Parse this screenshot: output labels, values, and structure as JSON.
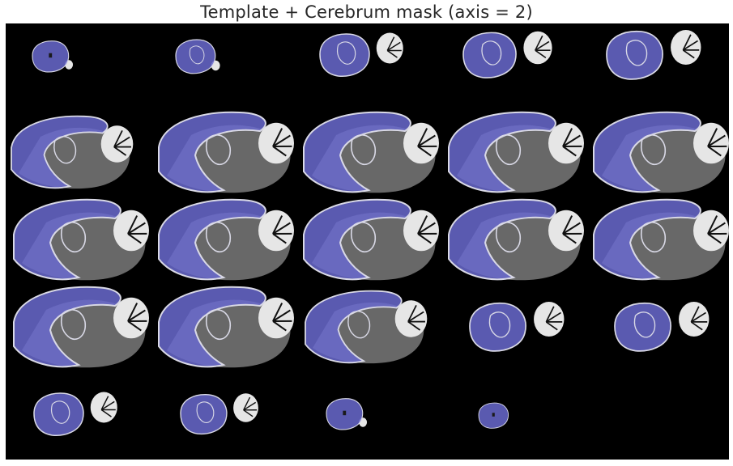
{
  "figure": {
    "title": "Template + Cerebrum mask (axis = 2)"
  },
  "colors": {
    "background": "#ffffff",
    "mosaic_background": "#000000",
    "mask_overlay": "#6a6acf",
    "mask_outline": "#d9d9e6",
    "tissue_gray": "#7a7a7a",
    "cerebellum_white": "#e6e6e6"
  },
  "mosaic": {
    "rows": 5,
    "cols": 5,
    "slices": [
      {
        "row": 0,
        "col": 0,
        "has_mask": true,
        "has_cerebellum": true
      },
      {
        "row": 0,
        "col": 1,
        "has_mask": true,
        "has_cerebellum": true
      },
      {
        "row": 0,
        "col": 2,
        "has_mask": true,
        "has_cerebellum": true
      },
      {
        "row": 0,
        "col": 3,
        "has_mask": true,
        "has_cerebellum": true
      },
      {
        "row": 0,
        "col": 4,
        "has_mask": true,
        "has_cerebellum": true
      },
      {
        "row": 1,
        "col": 0,
        "has_mask": true,
        "has_cerebellum": true
      },
      {
        "row": 1,
        "col": 1,
        "has_mask": true,
        "has_cerebellum": true
      },
      {
        "row": 1,
        "col": 2,
        "has_mask": true,
        "has_cerebellum": true
      },
      {
        "row": 1,
        "col": 3,
        "has_mask": true,
        "has_cerebellum": true
      },
      {
        "row": 1,
        "col": 4,
        "has_mask": true,
        "has_cerebellum": true
      },
      {
        "row": 2,
        "col": 0,
        "has_mask": true,
        "has_cerebellum": true
      },
      {
        "row": 2,
        "col": 1,
        "has_mask": true,
        "has_cerebellum": true
      },
      {
        "row": 2,
        "col": 2,
        "has_mask": true,
        "has_cerebellum": true
      },
      {
        "row": 2,
        "col": 3,
        "has_mask": true,
        "has_cerebellum": true
      },
      {
        "row": 2,
        "col": 4,
        "has_mask": true,
        "has_cerebellum": true
      },
      {
        "row": 3,
        "col": 0,
        "has_mask": true,
        "has_cerebellum": true
      },
      {
        "row": 3,
        "col": 1,
        "has_mask": true,
        "has_cerebellum": true
      },
      {
        "row": 3,
        "col": 2,
        "has_mask": true,
        "has_cerebellum": true
      },
      {
        "row": 3,
        "col": 3,
        "has_mask": true,
        "has_cerebellum": true
      },
      {
        "row": 3,
        "col": 4,
        "has_mask": true,
        "has_cerebellum": true
      },
      {
        "row": 4,
        "col": 0,
        "has_mask": true,
        "has_cerebellum": true
      },
      {
        "row": 4,
        "col": 1,
        "has_mask": true,
        "has_cerebellum": true
      },
      {
        "row": 4,
        "col": 2,
        "has_mask": true,
        "has_cerebellum": true
      },
      {
        "row": 4,
        "col": 3,
        "has_mask": true,
        "has_cerebellum": false
      },
      {
        "row": 4,
        "col": 4,
        "has_mask": false,
        "has_cerebellum": false
      }
    ]
  }
}
